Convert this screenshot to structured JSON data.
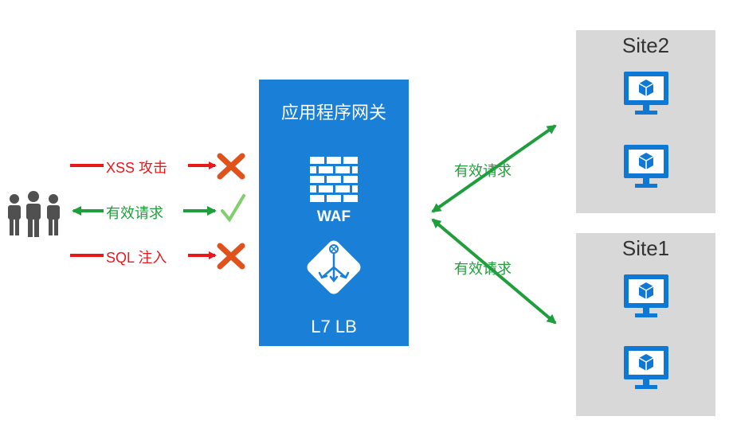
{
  "gateway": {
    "title": "应用程序网关",
    "waf_label": "WAF",
    "lb_label": "L7 LB"
  },
  "requests": {
    "xss": "XSS 攻击",
    "valid": "有效请求",
    "sql": "SQL 注入"
  },
  "backend": {
    "edge_label_top": "有效请求",
    "edge_label_bottom": "有效请求"
  },
  "sites": [
    {
      "name": "Site2"
    },
    {
      "name": "Site1"
    }
  ],
  "colors": {
    "gateway_blue": "#1a7fd6",
    "attack_red": "#e8191b",
    "valid_green": "#1f9e3c",
    "site_gray": "#d8d8d8",
    "vm_blue": "#0f78d4",
    "users_gray": "#505050"
  },
  "icons": [
    "users-icon",
    "blocked-x-icon",
    "check-icon",
    "firewall-icon",
    "load-balancer-icon",
    "vm-monitor-icon"
  ]
}
